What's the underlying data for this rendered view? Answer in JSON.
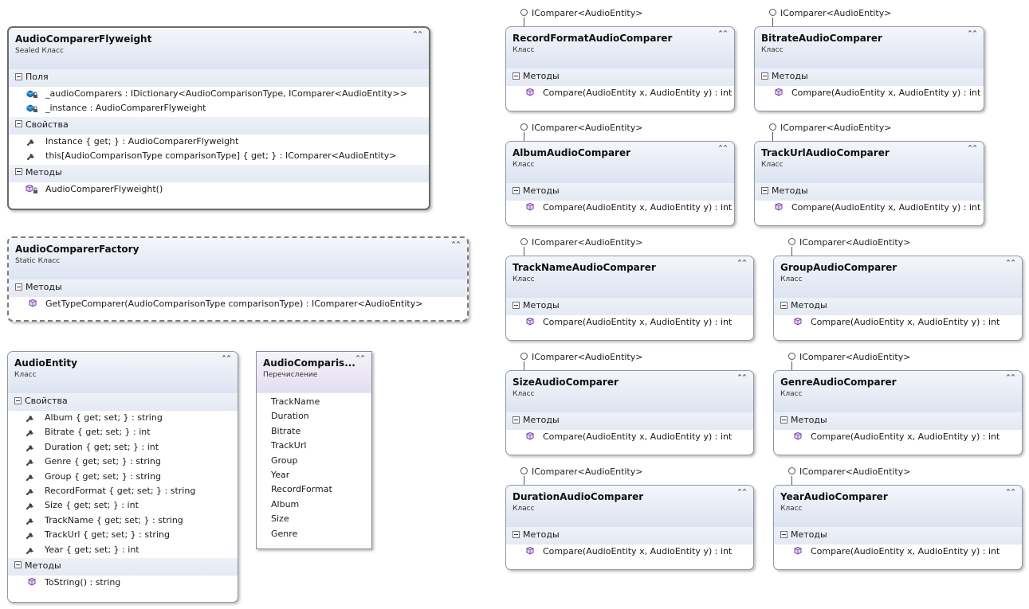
{
  "labels": {
    "fields": "Поля",
    "properties": "Свойства",
    "methods": "Методы",
    "class": "Класс",
    "sealed_class": "Sealed Класс",
    "static_class": "Static Класс",
    "enumeration": "Перечисление"
  },
  "flyweight": {
    "title": "AudioComparerFlyweight",
    "stereotype": "Sealed Класс",
    "fields": [
      "_audioComparers : IDictionary<AudioComparisonType,  IComparer<AudioEntity>>",
      "_instance : AudioComparerFlyweight"
    ],
    "properties": [
      "Instance { get; } : AudioComparerFlyweight",
      "this[AudioComparisonType comparisonType] { get; } : IComparer<AudioEntity>"
    ],
    "methods": [
      "AudioComparerFlyweight()"
    ]
  },
  "factory": {
    "title": "AudioComparerFactory",
    "stereotype": "Static Класс",
    "methods": [
      "GetTypeComparer(AudioComparisonType  comparisonType)  :  IComparer<AudioEntity>"
    ]
  },
  "entity": {
    "title": "AudioEntity",
    "stereotype": "Класс",
    "properties": [
      "Album { get; set; } : string",
      "Bitrate { get; set; } : int",
      "Duration { get; set; } : int",
      "Genre { get; set; } : string",
      "Group { get; set; } : string",
      "RecordFormat { get; set; } : string",
      "Size { get; set; } : int",
      "TrackName { get; set; } : string",
      "TrackUrl { get; set; } : string",
      "Year { get; set; } : int"
    ],
    "methods": [
      "ToString() : string"
    ]
  },
  "enum": {
    "title": "AudioComparis...",
    "stereotype": "Перечисление",
    "values": [
      "TrackName",
      "Duration",
      "Bitrate",
      "TrackUrl",
      "Group",
      "Year",
      "RecordFormat",
      "Album",
      "Size",
      "Genre"
    ]
  },
  "interface_label": "IComparer<AudioEntity>",
  "compare_method": "Compare(AudioEntity x, AudioEntity y) : int",
  "comparers": [
    "RecordFormatAudioComparer",
    "BitrateAudioComparer",
    "AlbumAudioComparer",
    "TrackUrlAudioComparer",
    "TrackNameAudioComparer",
    "GroupAudioComparer",
    "SizeAudioComparer",
    "GenreAudioComparer",
    "DurationAudioComparer",
    "YearAudioComparer"
  ]
}
